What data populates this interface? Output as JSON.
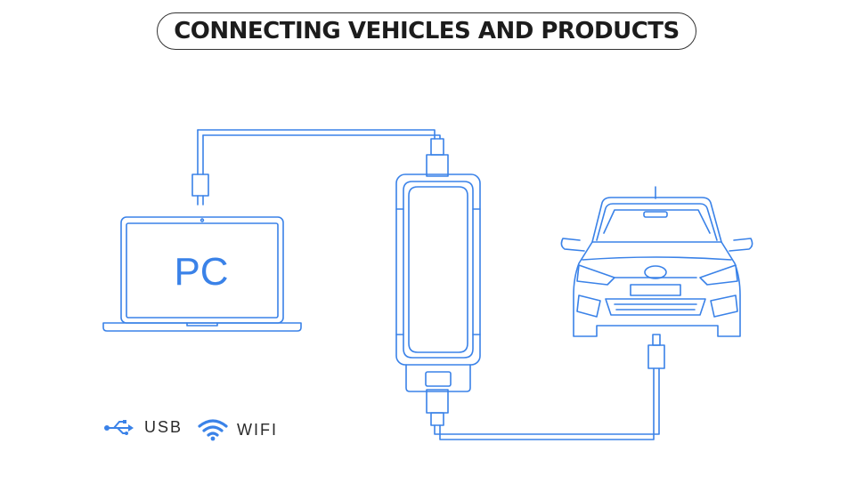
{
  "title": "CONNECTING VEHICLES AND PRODUCTS",
  "pc_label": "PC",
  "legend": {
    "usb_label": "USB",
    "usb_icon": "usb-icon",
    "wifi_label": "WIFI",
    "wifi_icon": "wifi-icon"
  },
  "colors": {
    "line": "#3a82e8",
    "text": "#1c1c1c"
  }
}
